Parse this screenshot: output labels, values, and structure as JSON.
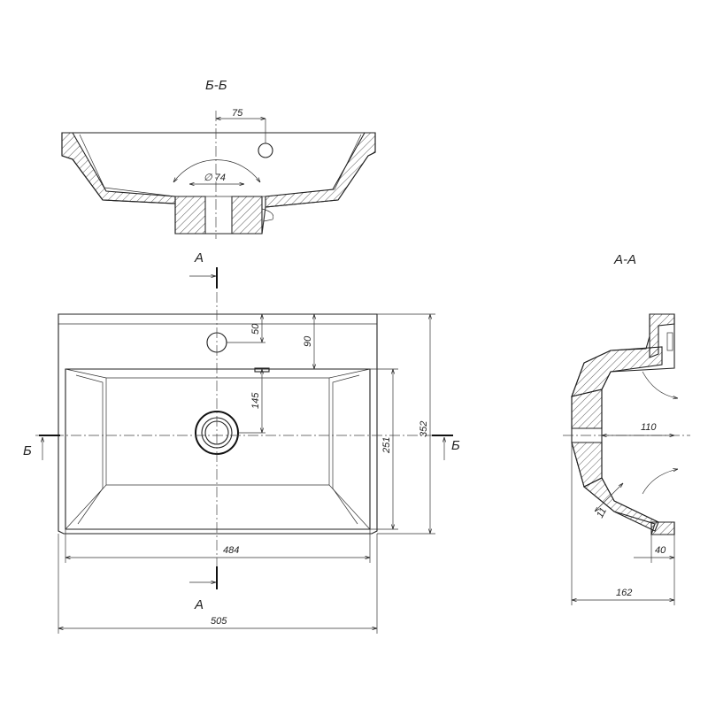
{
  "views": {
    "section_b": "Б-Б",
    "section_a": "А-А",
    "mark_a": "А",
    "mark_b": "Б"
  },
  "dimensions": {
    "hole_offset": "75",
    "drain_diameter": "∅ 74",
    "tap_hole_depth": "50",
    "overflow_depth": "90",
    "drain_depth": "145",
    "inner_depth": "251",
    "outer_depth": "352",
    "inner_width": "484",
    "outer_width": "505",
    "section_inner": "110",
    "wall": "11",
    "rim": "40",
    "height": "162"
  }
}
